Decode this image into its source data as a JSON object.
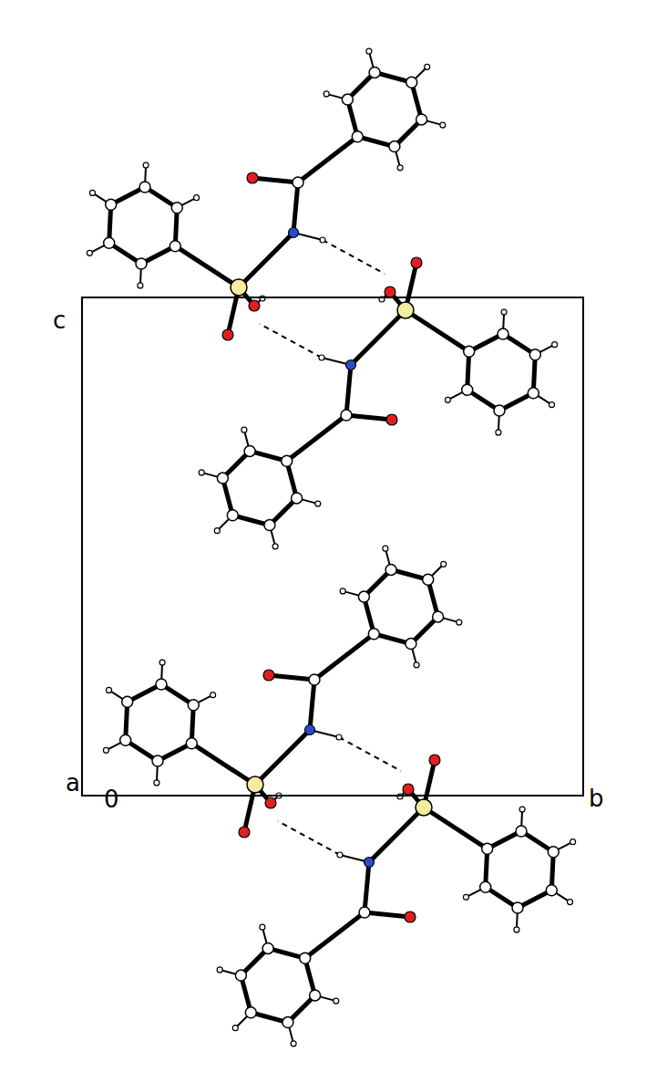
{
  "diagram": {
    "labels": [
      "c",
      "a",
      "0",
      "b"
    ]
  }
}
